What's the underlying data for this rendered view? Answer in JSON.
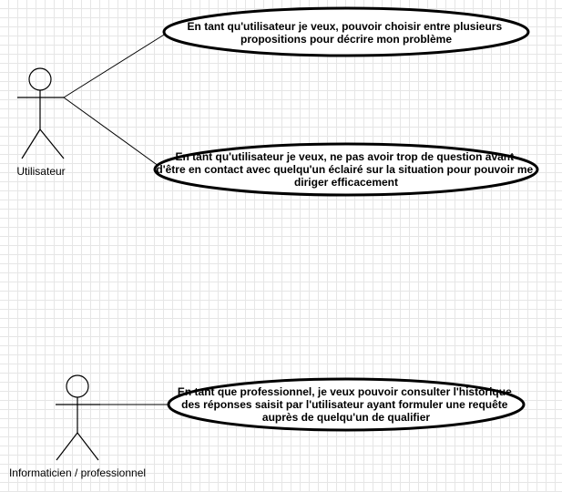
{
  "diagram": {
    "actors": [
      {
        "id": "actor-utilisateur",
        "label": "Utilisateur"
      },
      {
        "id": "actor-informaticien",
        "label": "Informaticien / professionnel"
      }
    ],
    "use_cases": [
      {
        "id": "uc-choix-propositions",
        "lines": [
          "En tant qu'utilisateur je veux, pouvoir choisir entre plusieurs",
          "propositions pour décrire mon problème"
        ]
      },
      {
        "id": "uc-contact-eclaire",
        "lines": [
          "En tant qu'utilisateur je veux, ne pas avoir trop de question avant",
          "d'être en contact avec quelqu'un éclairé sur la situation pour pouvoir me",
          "diriger efficacement"
        ]
      },
      {
        "id": "uc-historique",
        "lines": [
          "En tant que professionnel, je veux pouvoir consulter l'historique",
          "des réponses saisit par l'utilisateur ayant formuler une requête",
          "auprès de quelqu'un de qualifier"
        ]
      }
    ]
  }
}
